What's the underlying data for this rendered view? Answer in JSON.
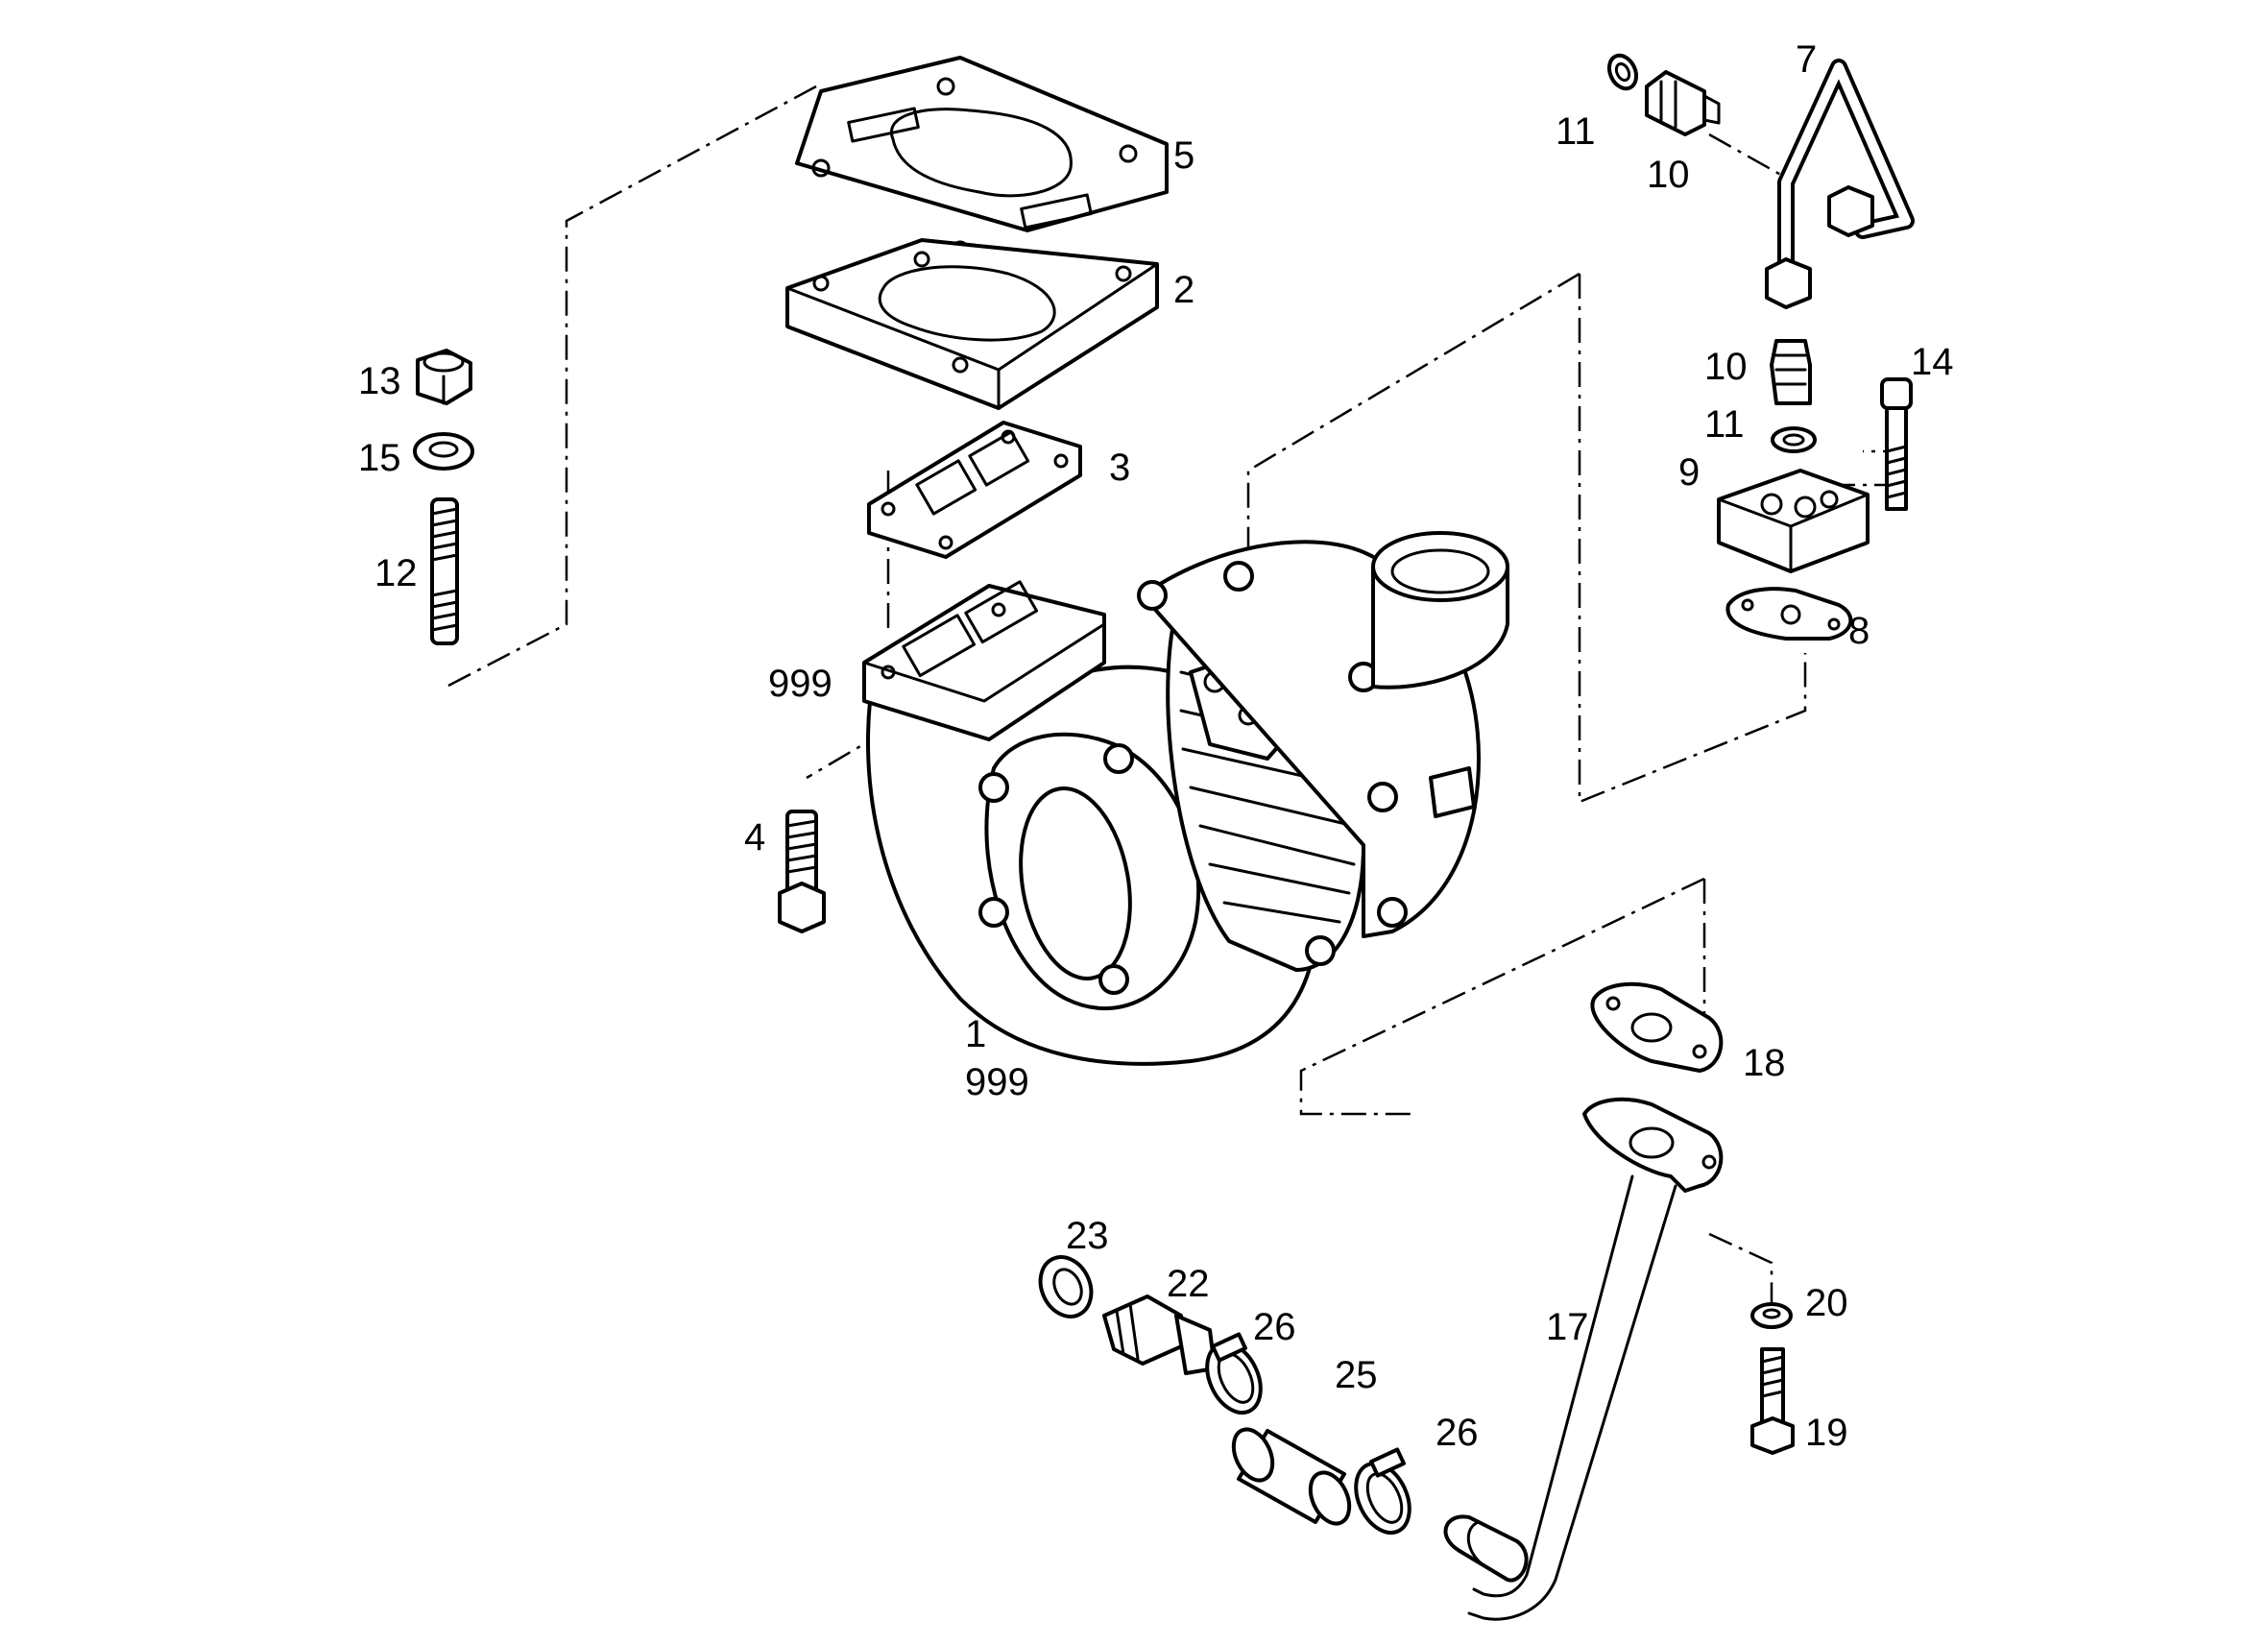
{
  "diagram": {
    "callouts": {
      "c1": "1",
      "c2": "2",
      "c3": "3",
      "c4": "4",
      "c5": "5",
      "c7": "7",
      "c8": "8",
      "c9": "9",
      "c10a": "10",
      "c10b": "10",
      "c11a": "11",
      "c11b": "11",
      "c12": "12",
      "c13": "13",
      "c14": "14",
      "c15": "15",
      "c17": "17",
      "c18": "18",
      "c19": "19",
      "c20": "20",
      "c22": "22",
      "c23": "23",
      "c25": "25",
      "c26a": "26",
      "c26b": "26",
      "c999a": "999",
      "c999b": "999"
    }
  }
}
